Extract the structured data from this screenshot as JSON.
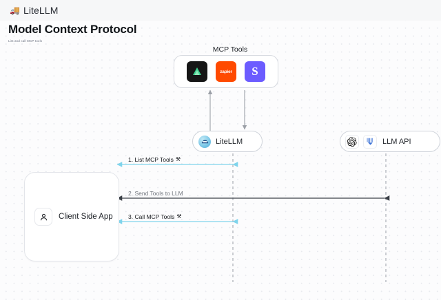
{
  "header": {
    "brand_icon": "truck-icon",
    "brand_glyph": "🚚",
    "brand": "LiteLLM"
  },
  "page": {
    "title": "Model Context Protocol",
    "subtitle": "List and call MCP tools"
  },
  "diagram": {
    "type": "sequence-diagram",
    "mcp_tools": {
      "label": "MCP Tools",
      "tools": [
        {
          "name": "supabase",
          "glyph": "▲",
          "bg": "#161616",
          "fg": "#3ecf8e"
        },
        {
          "name": "zapier",
          "glyph": "zapier",
          "bg": "#ff4a00",
          "fg": "#ffffff"
        },
        {
          "name": "slack",
          "glyph": "S",
          "bg": "#6c5cff",
          "fg": "#ffffff"
        }
      ]
    },
    "litellm_node": {
      "label": "LiteLLM",
      "icon": "litellm-logo-icon"
    },
    "llm_node": {
      "label": "LLM API",
      "icons": [
        "openai-logo-icon",
        "anthropic-logo-icon"
      ]
    },
    "client_node": {
      "label": "Client Side App",
      "icon": "user-icon"
    },
    "steps": [
      {
        "index": "1.",
        "label": "1. List MCP Tools",
        "icon": "tools-icon",
        "glyph": "⚒",
        "color": "#7fd4ec",
        "direction": "left"
      },
      {
        "index": "2.",
        "label": "2. Send Tools to LLM",
        "icon": "",
        "glyph": "",
        "color": "#4b5158",
        "direction": "both"
      },
      {
        "index": "3.",
        "label": "3. Call MCP Tools",
        "icon": "tools-icon",
        "glyph": "⚒",
        "color": "#7fd4ec",
        "direction": "left"
      }
    ],
    "colors": {
      "accent_blue": "#7fd4ec",
      "dark_arrow": "#3b4047",
      "lifeline": "#b6b9bf",
      "canvas": "#fcfcfd",
      "dot_grid": "#e7e9ee"
    }
  }
}
